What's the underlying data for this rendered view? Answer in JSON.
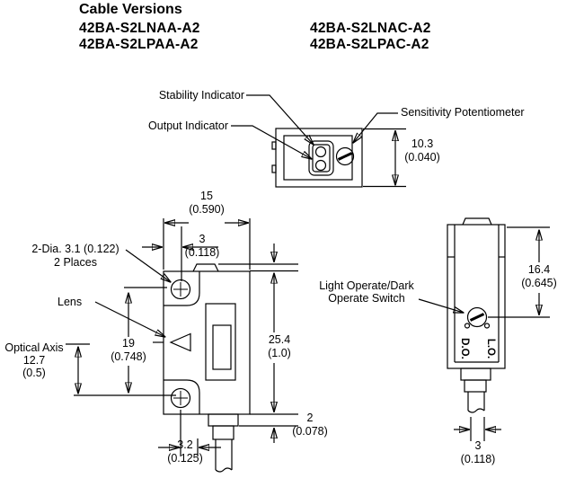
{
  "header": {
    "title": "Cable Versions",
    "models_left": [
      "42BA-S2LNAA-A2",
      "42BA-S2LPAA-A2"
    ],
    "models_right": [
      "42BA-S2LNAC-A2",
      "42BA-S2LPAC-A2"
    ]
  },
  "top_view": {
    "stability_label": "Stability Indicator",
    "output_label": "Output Indicator",
    "sensitivity_label": "Sensitivity Potentiometer",
    "height_dim": {
      "mm": "10.3",
      "in": "(0.040)"
    }
  },
  "front_view": {
    "width_dim": {
      "mm": "15",
      "in": "(0.590)"
    },
    "hole_offset_dim": {
      "mm": "3",
      "in": "(0.118)"
    },
    "holes_label_line1": "2-Dia. 3.1 (0.122)",
    "holes_label_line2": "2 Places",
    "lens_label": "Lens",
    "optical_axis_label": "Optical Axis",
    "optical_axis_dim": {
      "mm": "12.7",
      "in": "(0.5)"
    },
    "hole_spacing_dim": {
      "mm": "19",
      "in": "(0.748)"
    },
    "height_dim": {
      "mm": "25.4",
      "in": "(1.0)"
    },
    "gland_step_dim": {
      "mm": "2",
      "in": "(0.078)"
    },
    "hole_edge_dim": {
      "mm": "3.2",
      "in": "(0.125)"
    }
  },
  "side_view": {
    "switch_label_line1": "Light Operate/Dark",
    "switch_label_line2": "Operate Switch",
    "height_dim": {
      "mm": "16.4",
      "in": "(0.645)"
    },
    "lo_label": "L.O.",
    "do_label": "D.O.",
    "cable_dim": {
      "mm": "3",
      "in": "(0.118)"
    }
  },
  "colors": {
    "line": "#000000",
    "background": "#ffffff"
  }
}
